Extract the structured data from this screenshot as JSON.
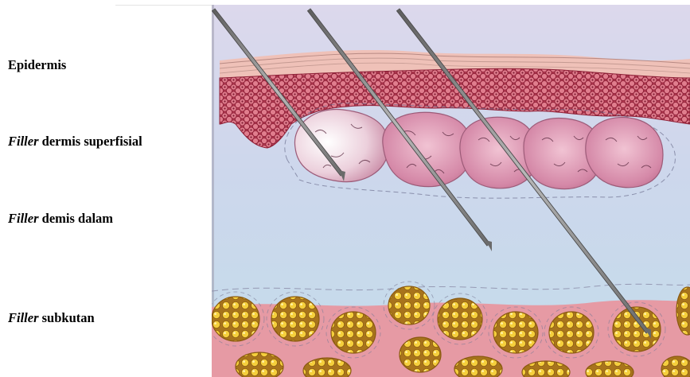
{
  "labels": {
    "epidermis": "Epidermis",
    "superficial": {
      "italic": "Filler",
      "rest": " dermis superfisial"
    },
    "deep": {
      "italic": "Filler",
      "rest": " demis dalam"
    },
    "subcutaneous": {
      "italic": "Filler",
      "rest": " subkutan"
    }
  },
  "colors": {
    "background_top": "#d9d6ea",
    "background_bottom": "#c7dcea",
    "epidermis_surface": "#e8b8b0",
    "epidermis_cells": "#c8475e",
    "filler_pink": "#d27fa0",
    "fat_lobule": "#f2c83a",
    "subcutis_pink": "#e596a0",
    "needle": "#8c8c8c"
  }
}
